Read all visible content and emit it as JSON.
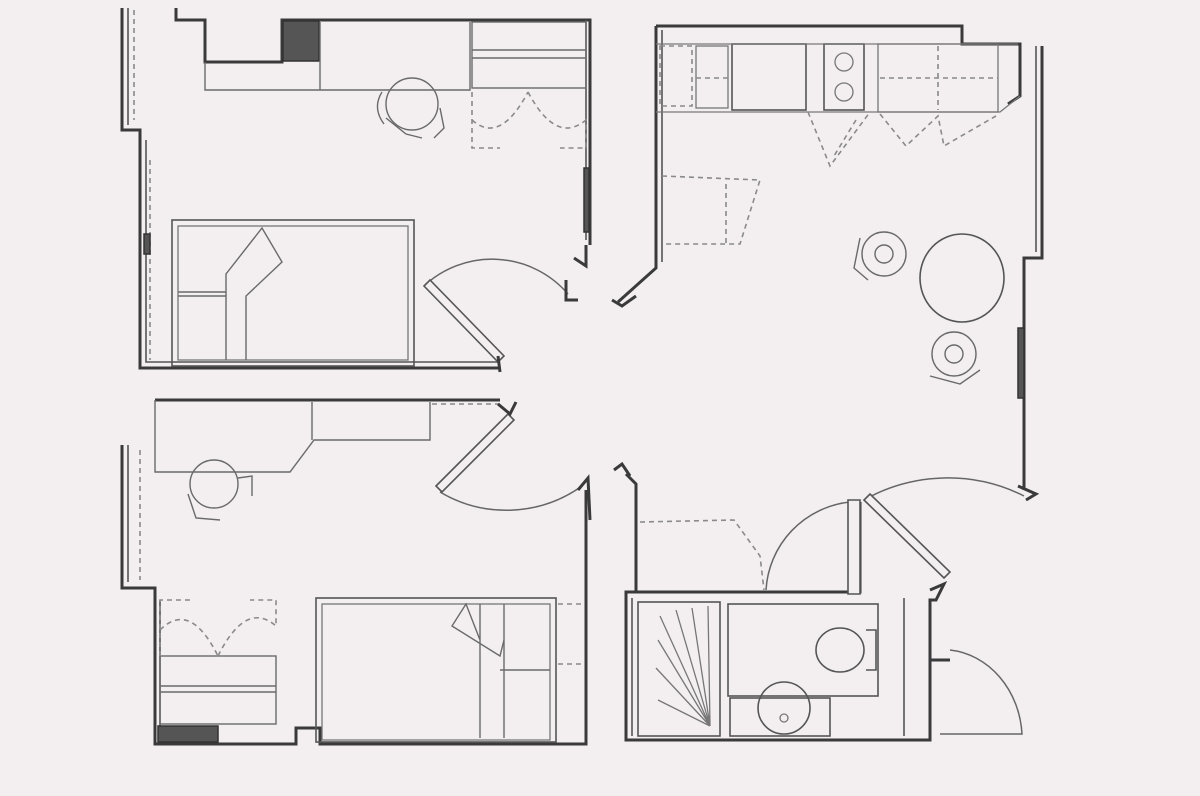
{
  "floor_plan": {
    "rooms": [
      {
        "id": "bedroom-top-left",
        "fixtures": [
          "desk",
          "chair",
          "wardrobe",
          "bed",
          "bedside-unit"
        ]
      },
      {
        "id": "bedroom-bottom-left",
        "fixtures": [
          "desk",
          "chair",
          "wardrobe",
          "bed",
          "bedside-shelf"
        ]
      },
      {
        "id": "kitchen-living",
        "fixtures": [
          "cabinets",
          "sink",
          "cooktop",
          "dining-table",
          "chairs"
        ]
      },
      {
        "id": "bathroom",
        "fixtures": [
          "shower",
          "toilet",
          "washbasin"
        ]
      },
      {
        "id": "hallway",
        "fixtures": []
      }
    ],
    "doors": [
      "bedroom-top-left-door",
      "bedroom-bottom-left-door",
      "bathroom-door",
      "kitchen-door",
      "entrance-door"
    ],
    "labels_visible": false
  }
}
